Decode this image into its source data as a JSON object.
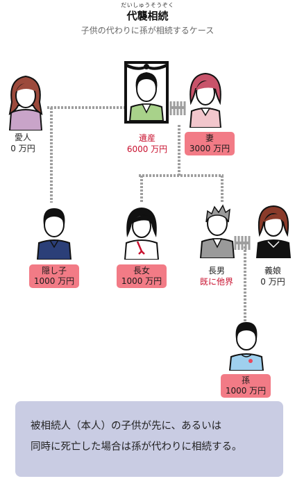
{
  "header": {
    "ruby": "だいしゅうそうぞく",
    "title": "代襲相続",
    "subtitle": "子供の代わりに孫が相続するケース"
  },
  "people": {
    "lover": {
      "name": "愛人",
      "amount": "0 万円"
    },
    "deceased": {
      "name": "遺産",
      "amount": "6000 万円"
    },
    "wife": {
      "name": "妻",
      "amount": "3000 万円"
    },
    "illegitimate_child": {
      "name": "隠し子",
      "amount": "1000 万円"
    },
    "eldest_daughter": {
      "name": "長女",
      "amount": "1000 万円"
    },
    "eldest_son": {
      "name": "長男",
      "status": "既に他界"
    },
    "daughter_in_law": {
      "name": "義娘",
      "amount": "0 万円"
    },
    "grandchild": {
      "name": "孫",
      "amount": "1000 万円"
    }
  },
  "note": {
    "line1": "被相続人（本人）の子供が先に、あるいは",
    "line2": "同時に死亡した場合は孫が代わりに相続する。"
  },
  "colors": {
    "pill": "#f27b86",
    "red_text": "#c8102e",
    "note_bg": "#c9cce3",
    "connector": "#9e9e9e"
  }
}
